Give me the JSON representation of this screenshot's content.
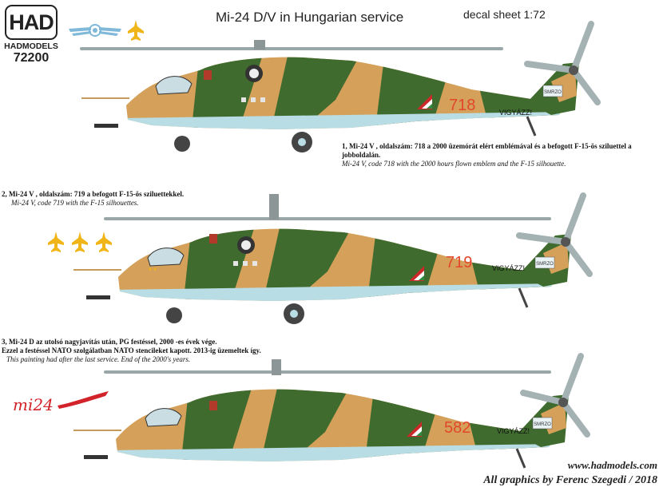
{
  "header": {
    "logo_text": "HAD",
    "brand": "HADMODELS",
    "code": "72200",
    "title": "Mi-24 D/V in Hungarian service",
    "sheet": "decal sheet 1:72"
  },
  "colors": {
    "green": "#3f6b2e",
    "tan": "#d4a05a",
    "belly": "#b9dde5",
    "red_number": "#e2472c",
    "gold": "#f0b619"
  },
  "helicopters": [
    {
      "number": "718",
      "tail_text": "VIGYÁZZ!",
      "tail_emblem": "SMRZO",
      "caption_hu": "1, Mi-24 V , oldalszám: 718  a 2000 üzemórát elért emblémával és a befogott F-15-ös sziluettel a jobboldalán.",
      "caption_en": "Mi-24 V, code 718 with the 2000 hours flown emblem and the F-15 silhouette."
    },
    {
      "number": "719",
      "tail_text": "VIGYÁZZ!",
      "tail_emblem": "SMRZO",
      "caption_hu": "2, Mi-24 V , oldalszám: 719  a befogott F-15-ös sziluettekkel.",
      "caption_en": "Mi-24 V, code 719 with the F-15 silhouettes."
    },
    {
      "number": "582",
      "tail_text": "VIGYÁZZ!",
      "tail_emblem": "SMRZO",
      "caption_hu_1": "3, Mi-24 D az utolsó nagyjavítás után, PG festéssel, 2000 -es évek vége.",
      "caption_hu_2": "Ezzel a festéssel NATO szolgálatban NATO stencileket kapott. 2013-ig üzemeltek így.",
      "caption_en": "This painting had after the last service. End of the 2000's years."
    }
  ],
  "emblem_script": "mi24",
  "footer": {
    "url": "www.hadmodels.com",
    "credit": "All graphics by Ferenc Szegedi  / 2018"
  }
}
